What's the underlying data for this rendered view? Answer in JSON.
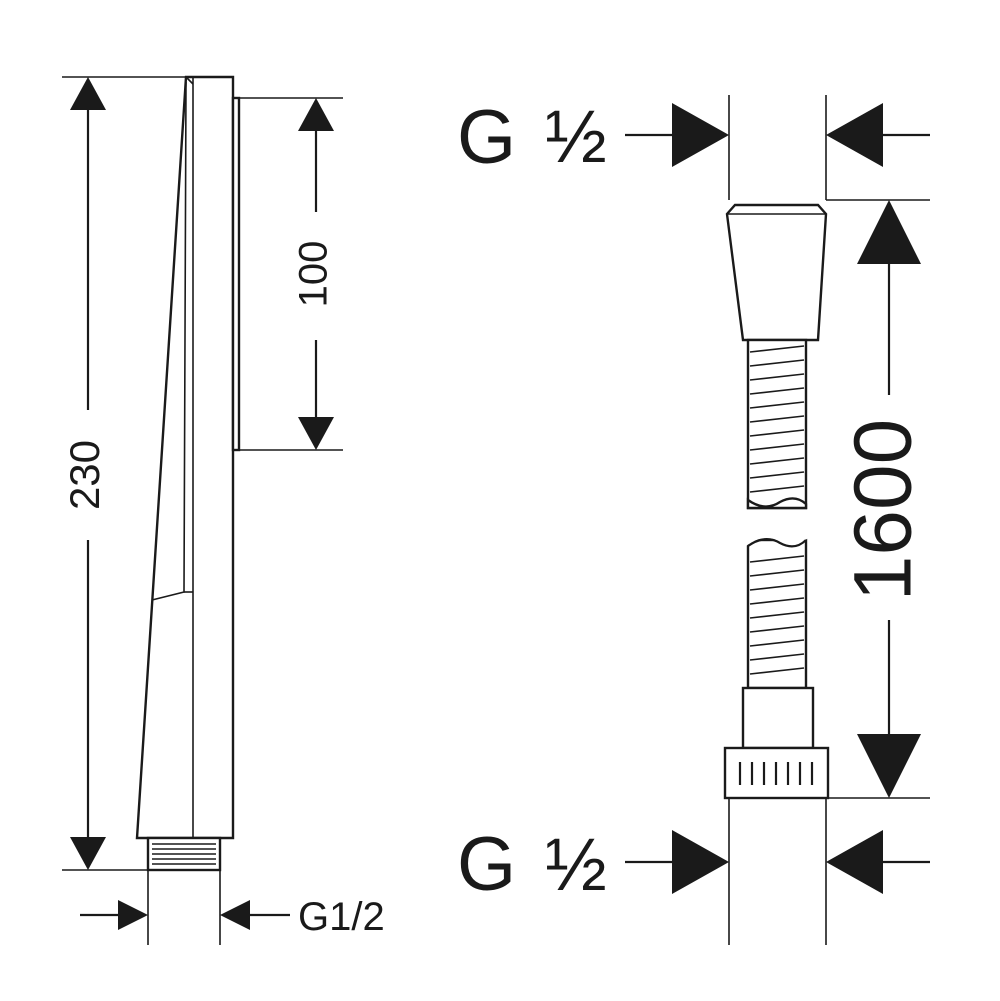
{
  "hand_shower": {
    "overall_length": "230",
    "spray_face_length": "100",
    "connection_thread": "G1/2"
  },
  "hose": {
    "length": "1600",
    "top_connection": {
      "letter": "G",
      "fraction": "½"
    },
    "bottom_connection": {
      "letter": "G",
      "fraction": "½"
    }
  }
}
